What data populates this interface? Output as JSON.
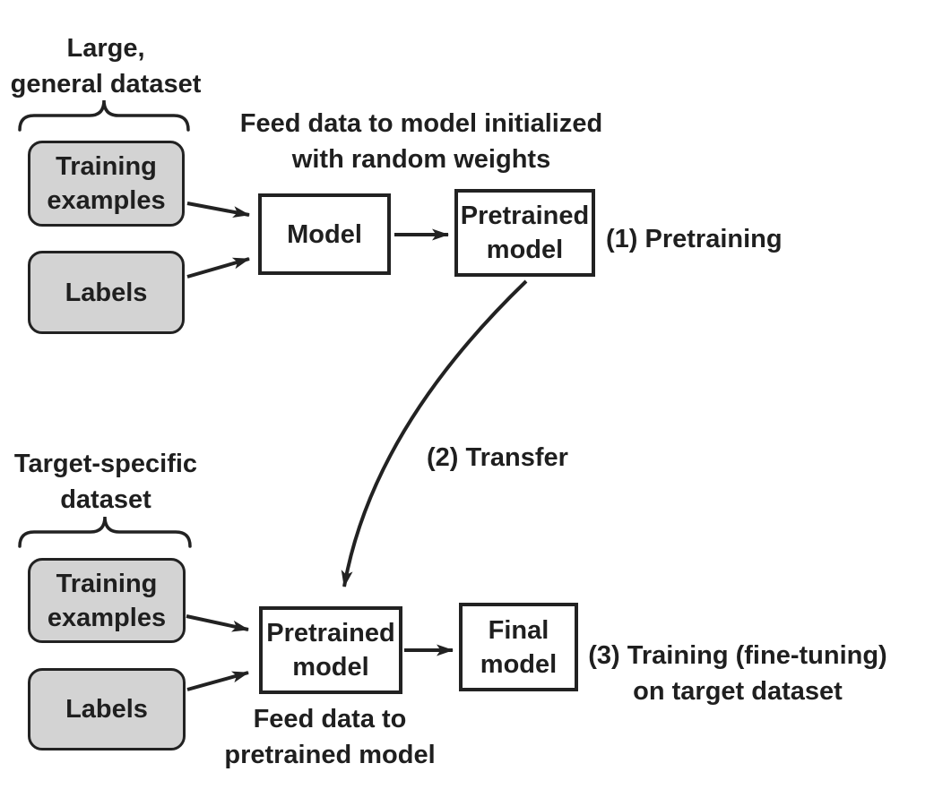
{
  "colors": {
    "background": "#ffffff",
    "ink": "#222222",
    "dataset_box_fill": "#d3d3d3",
    "model_box_fill": "#ffffff"
  },
  "stage1": {
    "dataset_brace_label": "Large,\ngeneral dataset",
    "training_examples_box": "Training\nexamples",
    "labels_box": "Labels",
    "annotation": "Feed data to model initialized\nwith random weights",
    "model_box": "Model",
    "pretrained_model_box": "Pretrained\nmodel",
    "step_label": "(1) Pretraining"
  },
  "stage2": {
    "step_label": "(2) Transfer"
  },
  "stage3": {
    "dataset_brace_label": "Target-specific\ndataset",
    "training_examples_box": "Training\nexamples",
    "labels_box": "Labels",
    "pretrained_model_box": "Pretrained\nmodel",
    "final_model_box": "Final\nmodel",
    "step_label": "(3) Training (fine-tuning)\non target dataset",
    "annotation": "Feed data to\npretrained model"
  }
}
